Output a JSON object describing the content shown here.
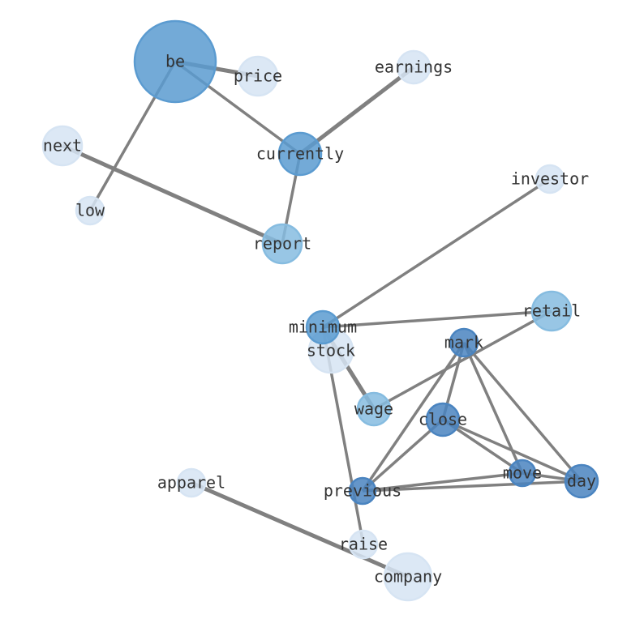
{
  "colors": {
    "edge": "#808080",
    "level1": "#d6e4f3",
    "level2": "#86bce0",
    "level3": "#5b9bd0",
    "level4": "#4a84c0"
  },
  "nodes": [
    {
      "id": "be",
      "label": "be",
      "level": "level3"
    },
    {
      "id": "price",
      "label": "price",
      "level": "level1"
    },
    {
      "id": "earnings",
      "label": "earnings",
      "level": "level1"
    },
    {
      "id": "next",
      "label": "next",
      "level": "level1"
    },
    {
      "id": "currently",
      "label": "currently",
      "level": "level3"
    },
    {
      "id": "investor",
      "label": "investor",
      "level": "level1"
    },
    {
      "id": "low",
      "label": "low",
      "level": "level1"
    },
    {
      "id": "report",
      "label": "report",
      "level": "level2"
    },
    {
      "id": "retail",
      "label": "retail",
      "level": "level2"
    },
    {
      "id": "stock",
      "label": "stock",
      "level": "level1"
    },
    {
      "id": "minimum",
      "label": "minimum",
      "level": "level3"
    },
    {
      "id": "mark",
      "label": "mark",
      "level": "level4"
    },
    {
      "id": "wage",
      "label": "wage",
      "level": "level2"
    },
    {
      "id": "close",
      "label": "close",
      "level": "level4"
    },
    {
      "id": "move",
      "label": "move",
      "level": "level4"
    },
    {
      "id": "day",
      "label": "day",
      "level": "level4"
    },
    {
      "id": "previous",
      "label": "previous",
      "level": "level4"
    },
    {
      "id": "apparel",
      "label": "apparel",
      "level": "level1"
    },
    {
      "id": "raise",
      "label": "raise",
      "level": "level1"
    },
    {
      "id": "company",
      "label": "company",
      "level": "level1"
    }
  ],
  "edges": [
    {
      "source": "be",
      "target": "price",
      "weight": 2
    },
    {
      "source": "be",
      "target": "currently",
      "weight": 1
    },
    {
      "source": "be",
      "target": "low",
      "weight": 1
    },
    {
      "source": "currently",
      "target": "earnings",
      "weight": 2
    },
    {
      "source": "currently",
      "target": "report",
      "weight": 1
    },
    {
      "source": "next",
      "target": "report",
      "weight": 2
    },
    {
      "source": "minimum",
      "target": "investor",
      "weight": 1
    },
    {
      "source": "minimum",
      "target": "retail",
      "weight": 1
    },
    {
      "source": "minimum",
      "target": "wage",
      "weight": 2
    },
    {
      "source": "minimum",
      "target": "raise",
      "weight": 1
    },
    {
      "source": "retail",
      "target": "wage",
      "weight": 1
    },
    {
      "source": "mark",
      "target": "close",
      "weight": 1
    },
    {
      "source": "mark",
      "target": "previous",
      "weight": 1
    },
    {
      "source": "mark",
      "target": "move",
      "weight": 1
    },
    {
      "source": "mark",
      "target": "day",
      "weight": 1
    },
    {
      "source": "close",
      "target": "previous",
      "weight": 1
    },
    {
      "source": "close",
      "target": "move",
      "weight": 1
    },
    {
      "source": "close",
      "target": "day",
      "weight": 1
    },
    {
      "source": "previous",
      "target": "move",
      "weight": 1
    },
    {
      "source": "previous",
      "target": "day",
      "weight": 1
    },
    {
      "source": "move",
      "target": "day",
      "weight": 1
    },
    {
      "source": "apparel",
      "target": "company",
      "weight": 2
    }
  ]
}
